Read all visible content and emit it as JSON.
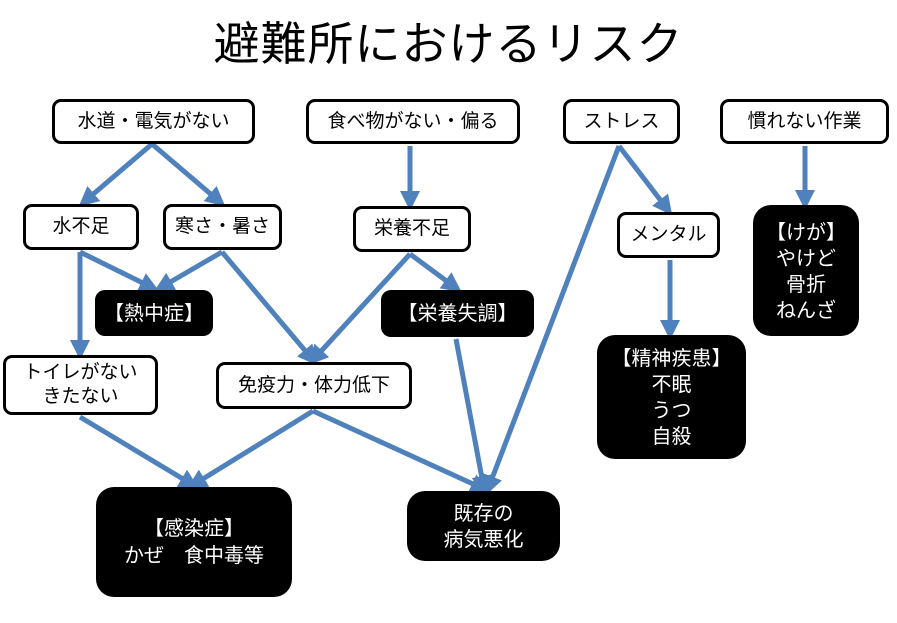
{
  "title": "避難所におけるリスク",
  "colors": {
    "arrow": "#4f81bd",
    "node_border": "#000000",
    "outcome_bg": "#000000",
    "outcome_text": "#ffffff"
  },
  "nodes": {
    "no_water_power": "水道・電気がない",
    "no_food": "食べ物がない・偏る",
    "stress": "ストレス",
    "unfamiliar_work": "慣れない作業",
    "water_shortage": "水不足",
    "cold_heat": "寒さ・暑さ",
    "malnutrition": "栄養不足",
    "mental": "メンタル",
    "injury": "【けが】\nやけど\n骨折\nねんざ",
    "heatstroke": "【熱中症】",
    "nutritional_disorder": "【栄養失調】",
    "toilet": "トイレがない\nきたない",
    "immunity_decline": "免疫力・体力低下",
    "mental_illness": "【精神疾患】\n不眠\nうつ\n自殺",
    "infection": "【感染症】\nかぜ　食中毒等",
    "chronic_worsening": "既存の\n病気悪化"
  },
  "edges": [
    [
      "no_water_power",
      "water_shortage"
    ],
    [
      "no_water_power",
      "cold_heat"
    ],
    [
      "no_food",
      "malnutrition"
    ],
    [
      "stress",
      "mental"
    ],
    [
      "stress",
      "chronic_worsening"
    ],
    [
      "unfamiliar_work",
      "injury"
    ],
    [
      "water_shortage",
      "heatstroke"
    ],
    [
      "water_shortage",
      "toilet"
    ],
    [
      "cold_heat",
      "heatstroke"
    ],
    [
      "cold_heat",
      "immunity_decline"
    ],
    [
      "malnutrition",
      "nutritional_disorder"
    ],
    [
      "malnutrition",
      "immunity_decline"
    ],
    [
      "mental",
      "mental_illness"
    ],
    [
      "nutritional_disorder",
      "chronic_worsening"
    ],
    [
      "toilet",
      "infection"
    ],
    [
      "immunity_decline",
      "infection"
    ],
    [
      "immunity_decline",
      "chronic_worsening"
    ]
  ]
}
